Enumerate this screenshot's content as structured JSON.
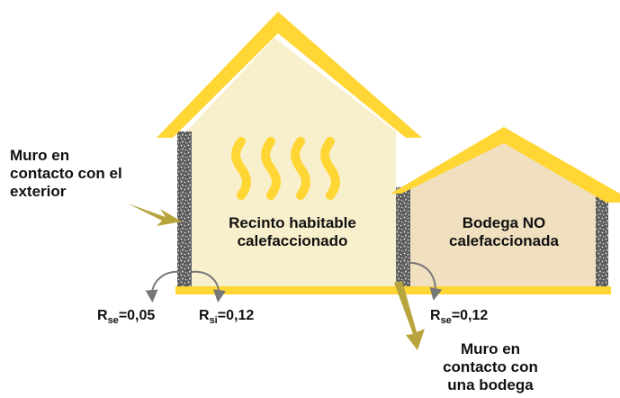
{
  "labels": {
    "wall_exterior": [
      "Muro en",
      "contacto con el",
      "exterior"
    ],
    "room_heated": [
      "Recinto habitable",
      "calefaccionado"
    ],
    "room_unheated": [
      "Bodega NO",
      "calefaccionada"
    ],
    "wall_storage": [
      "Muro en",
      "contacto con",
      "una bodega"
    ]
  },
  "resistances": {
    "rse_exterior": {
      "symbol": "R",
      "subscript": "se",
      "value": "=0,05"
    },
    "rsi": {
      "symbol": "R",
      "subscript": "si",
      "value": "=0,12"
    },
    "rse_storage": {
      "symbol": "R",
      "subscript": "se",
      "value": "=0,12"
    }
  },
  "colors": {
    "roof": "#ffd633",
    "heated_interior": "#f8efcc",
    "unheated_interior": "#f0e0c0",
    "wall_insulation": "#7a7a7a",
    "arrow": "#b8a43c",
    "heat_waves": "#ffd633",
    "flow_arrows": "#777777"
  },
  "icons": [
    "heat-waves-icon",
    "pointer-arrow-icon",
    "curved-flow-arrow-icon"
  ]
}
